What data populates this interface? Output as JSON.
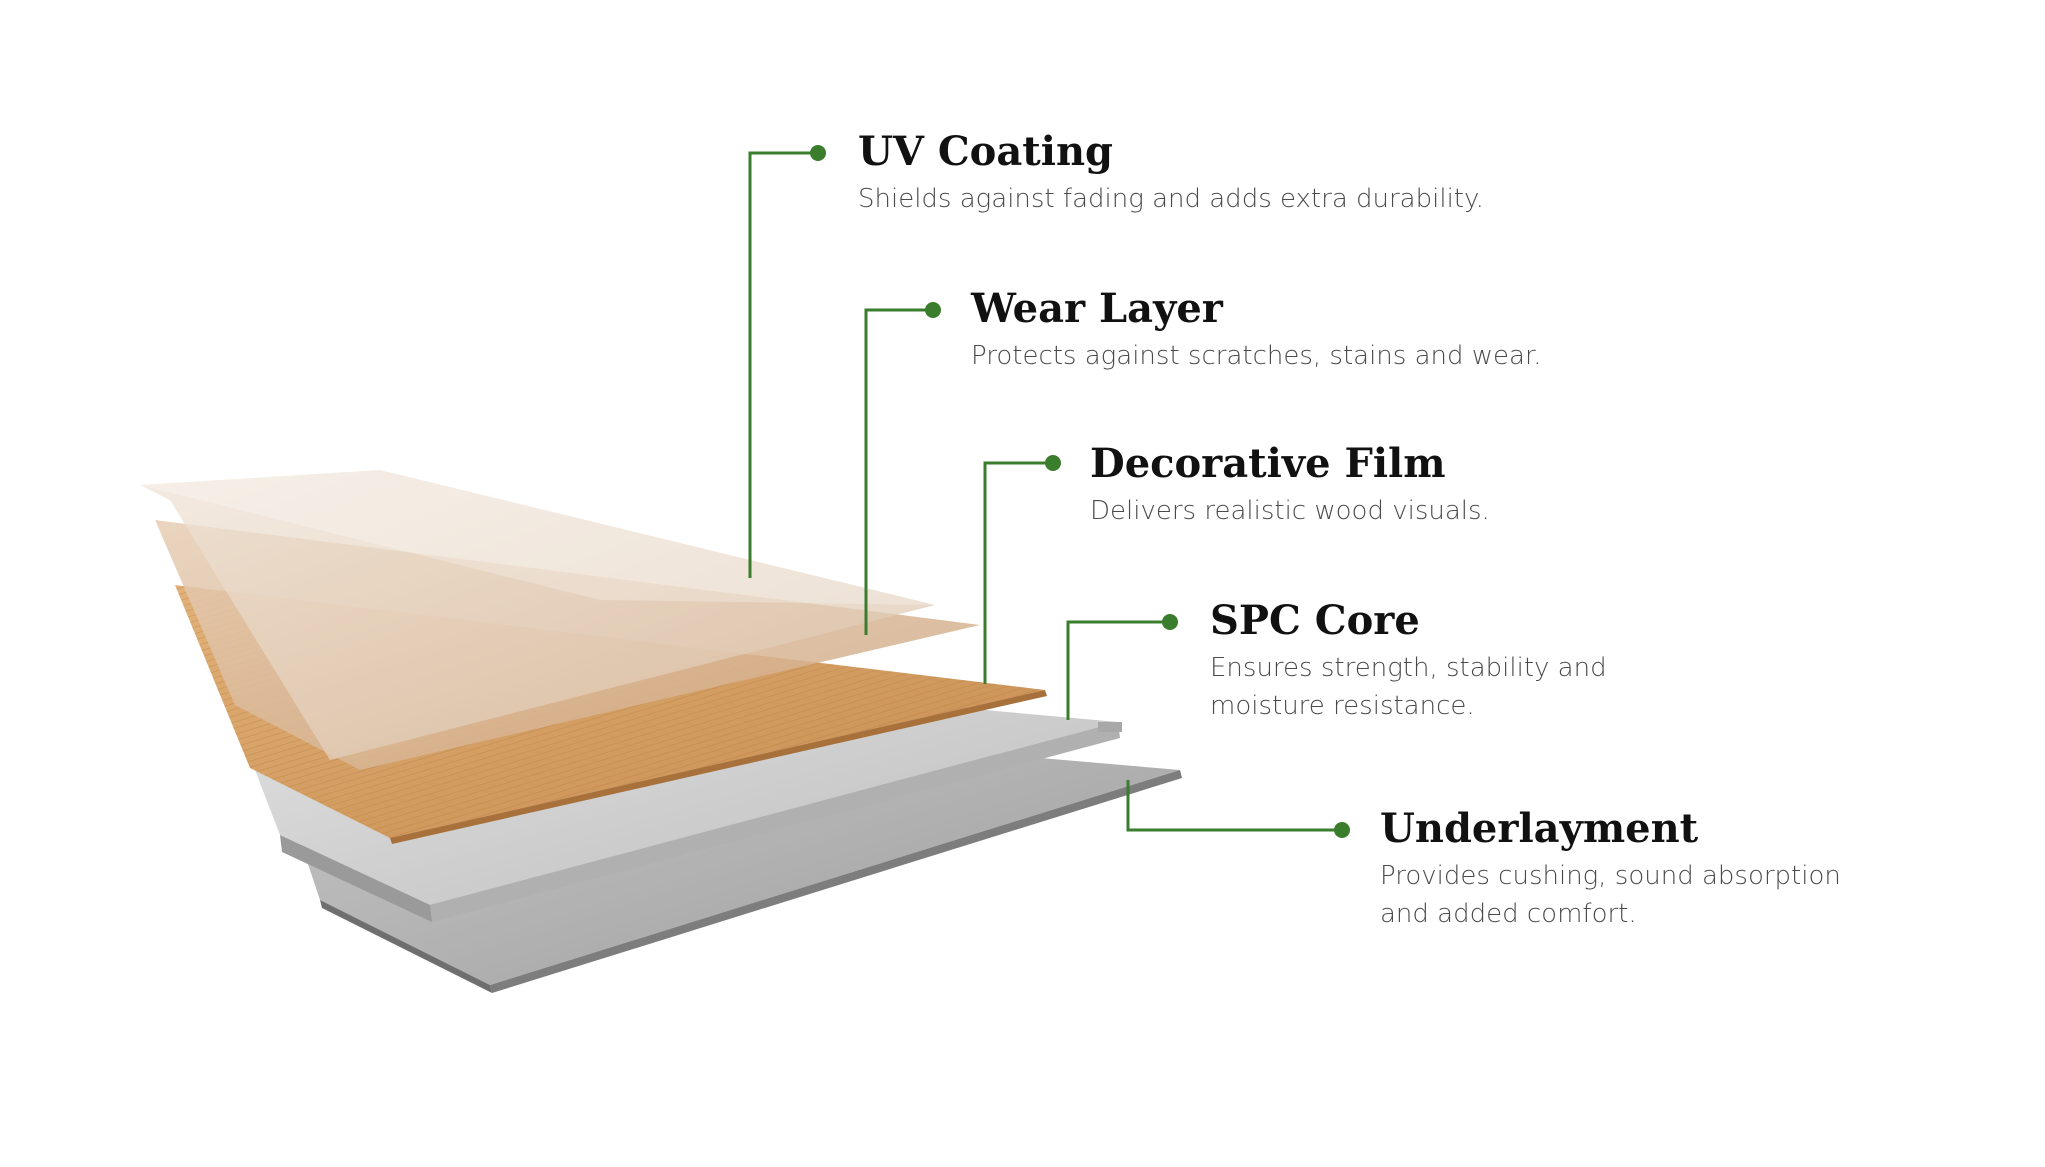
{
  "colors": {
    "leader": "#3a7d2c",
    "background": "#ffffff",
    "wood_light": "#dcb590",
    "wood_dark": "#c98e52",
    "core_gray": "#cfcfcf",
    "underlay_gray": "#b8b8b8"
  },
  "layers": [
    {
      "title": "UV Coating",
      "desc": "Shields against fading and adds extra durability."
    },
    {
      "title": "Wear Layer",
      "desc": "Protects against scratches, stains and wear."
    },
    {
      "title": "Decorative Film",
      "desc": "Delivers realistic wood visuals."
    },
    {
      "title": "SPC Core",
      "desc": "Ensures strength, stability and\nmoisture resistance."
    },
    {
      "title": "Underlayment",
      "desc": "Provides cushing, sound absorption\nand added comfort."
    }
  ]
}
